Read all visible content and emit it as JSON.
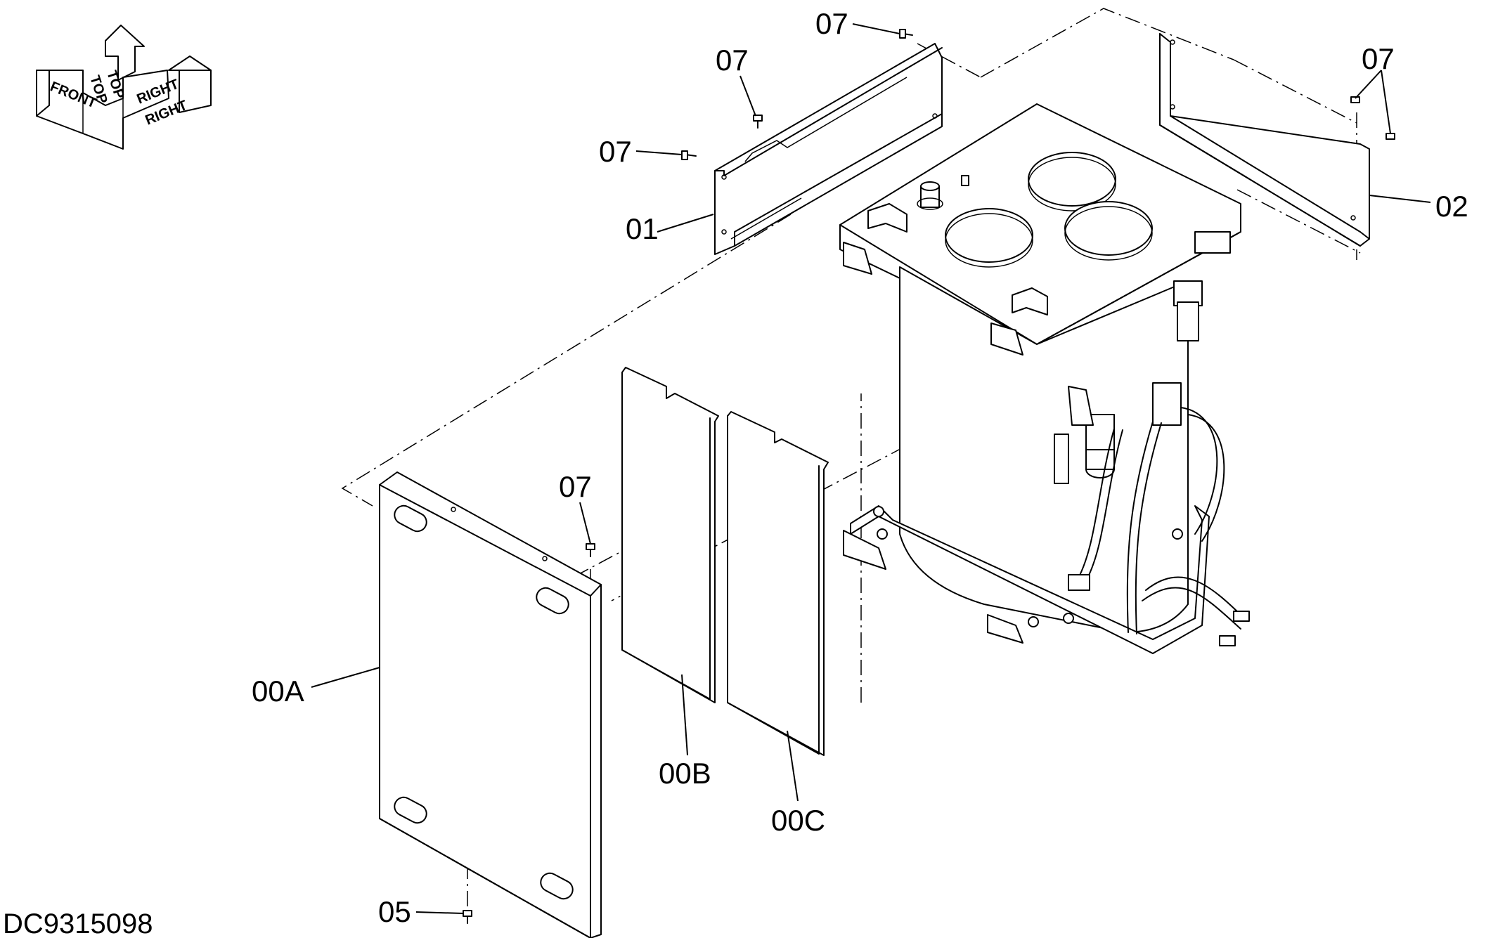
{
  "orientation": {
    "front": "FRONT",
    "top": "TOP",
    "right": "RIGHT"
  },
  "callouts": {
    "p07_top": "07",
    "p07_left_a": "07",
    "p07_left_b": "07",
    "p07_right": "07",
    "p07_mid": "07",
    "p01": "01",
    "p02": "02",
    "p00A": "00A",
    "p00B": "00B",
    "p00C": "00C",
    "p05": "05"
  },
  "drawing_id": "DC9315098"
}
